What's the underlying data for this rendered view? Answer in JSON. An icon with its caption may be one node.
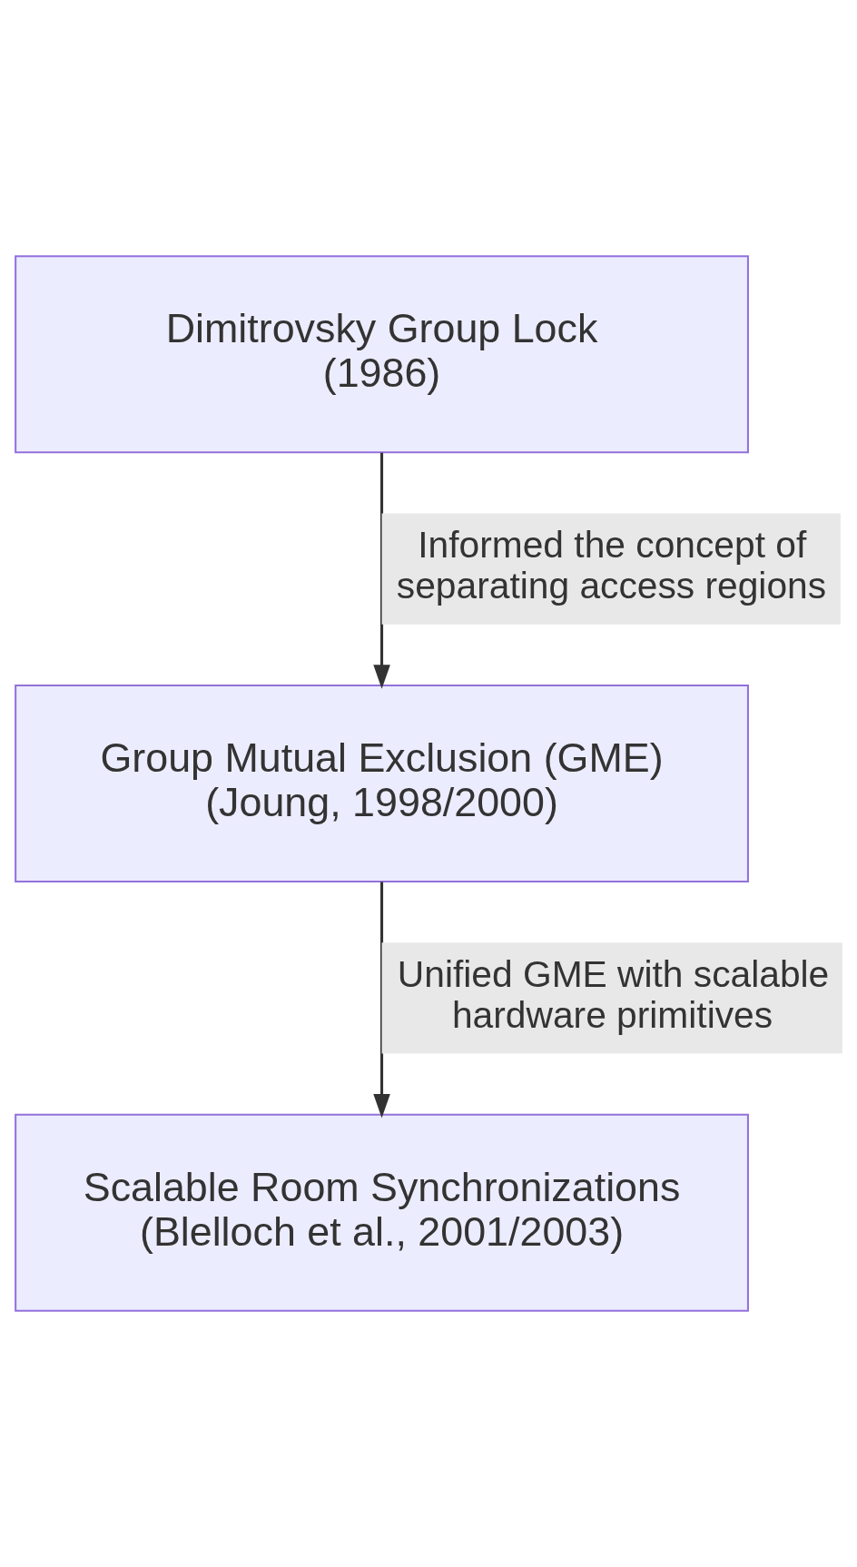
{
  "diagram": {
    "nodes": [
      {
        "text": [
          "Dimitrovsky Group Lock",
          "(1986)"
        ]
      },
      {
        "text": [
          "Group Mutual Exclusion (GME)",
          "(Joung, 1998/2000)"
        ]
      },
      {
        "text": [
          "Scalable Room Synchronizations",
          "(Blelloch et al., 2001/2003)"
        ]
      }
    ],
    "edges": [
      {
        "from": 0,
        "to": 1,
        "arrow": "to",
        "label": "Informed the concept of separating access regions"
      },
      {
        "from": 1,
        "to": 2,
        "arrow": "to",
        "label": "Unified GME with scalable hardware primitives"
      }
    ]
  }
}
